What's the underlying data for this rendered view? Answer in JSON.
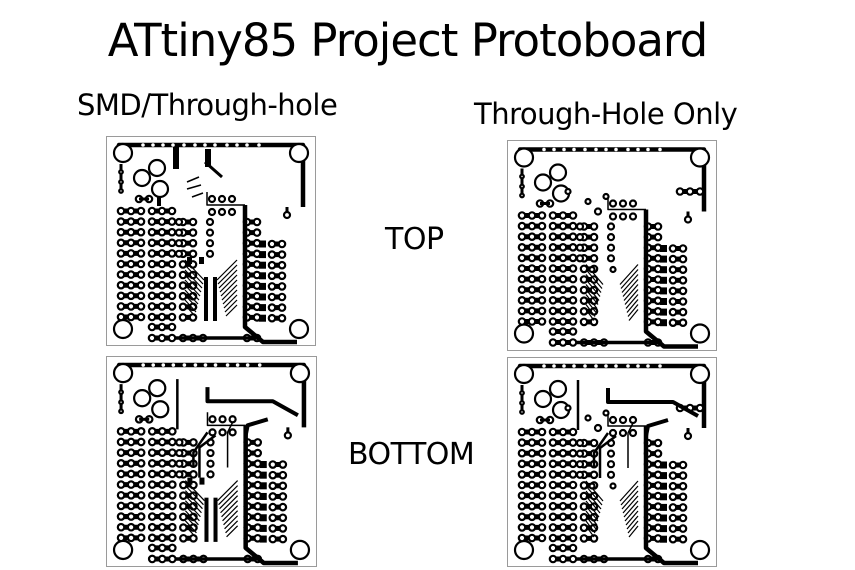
{
  "title": "ATtiny85 Project Protoboard",
  "columns": {
    "left": "SMD/Through-hole",
    "right": "Through-Hole Only"
  },
  "rows": {
    "top": "TOP",
    "bottom": "BOTTOM"
  },
  "boards": [
    {
      "id": "smd-top",
      "column": "SMD/Through-hole",
      "side": "TOP"
    },
    {
      "id": "th-top",
      "column": "Through-Hole Only",
      "side": "TOP"
    },
    {
      "id": "smd-bottom",
      "column": "SMD/Through-hole",
      "side": "BOTTOM"
    },
    {
      "id": "th-bottom",
      "column": "Through-Hole Only",
      "side": "BOTTOM"
    }
  ],
  "colors": {
    "background": "#ffffff",
    "copper": "#000000",
    "board_outline": "#9a9a9a"
  }
}
